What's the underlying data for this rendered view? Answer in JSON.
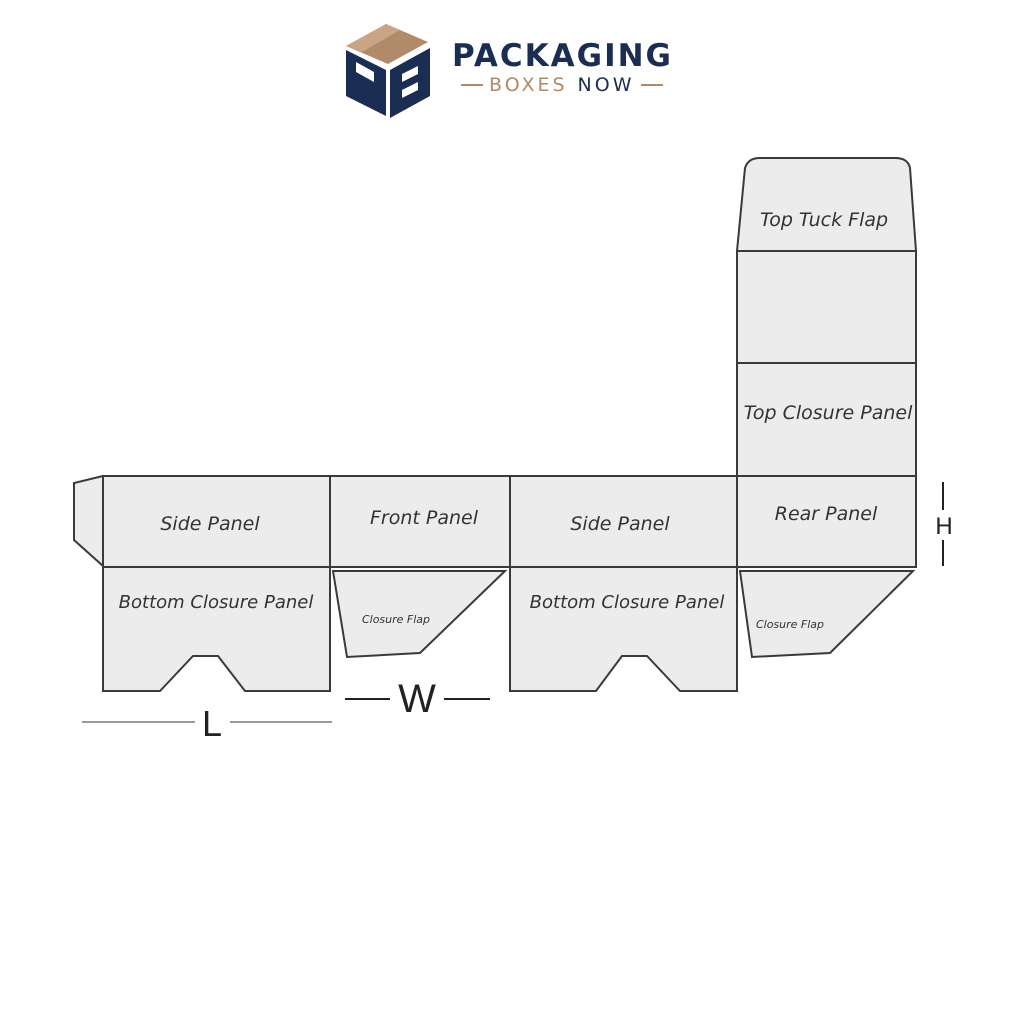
{
  "brand": {
    "name_line1": "PACKAGING",
    "name_line2_part1": "BOXES",
    "name_line2_part2": "NOW",
    "logo_icon": "pb-box-logo-icon",
    "colors": {
      "navy": "#1b2d52",
      "tan": "#b08a69",
      "panel_fill": "#ececec",
      "panel_stroke": "#3a3a3a"
    }
  },
  "dieline": {
    "panels": {
      "top_tuck_flap": "Top Tuck Flap",
      "top_closure_panel": "Top Closure Panel",
      "rear_panel": "Rear Panel",
      "side_panel_1": "Side Panel",
      "front_panel": "Front Panel",
      "side_panel_2": "Side Panel",
      "bottom_closure_panel_1": "Bottom Closure Panel",
      "bottom_closure_panel_2": "Bottom Closure Panel",
      "closure_flap_1": "Closure Flap",
      "closure_flap_2": "Closure Flap"
    },
    "dimensions": {
      "length": "L",
      "width": "W",
      "height": "H"
    }
  }
}
